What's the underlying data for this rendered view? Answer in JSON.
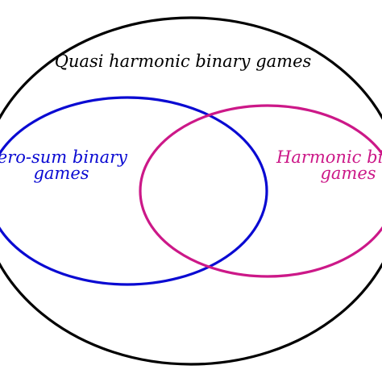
{
  "diagram": {
    "outer_set": {
      "label": "Quasi harmonic binary games",
      "color": "#000000"
    },
    "left_set": {
      "label_line1": "Zero-sum binary",
      "label_line2": "games",
      "color": "#0a0ad2"
    },
    "right_set": {
      "label_line1": "Harmonic binary",
      "label_line2": "games",
      "color": "#cc1888"
    }
  }
}
